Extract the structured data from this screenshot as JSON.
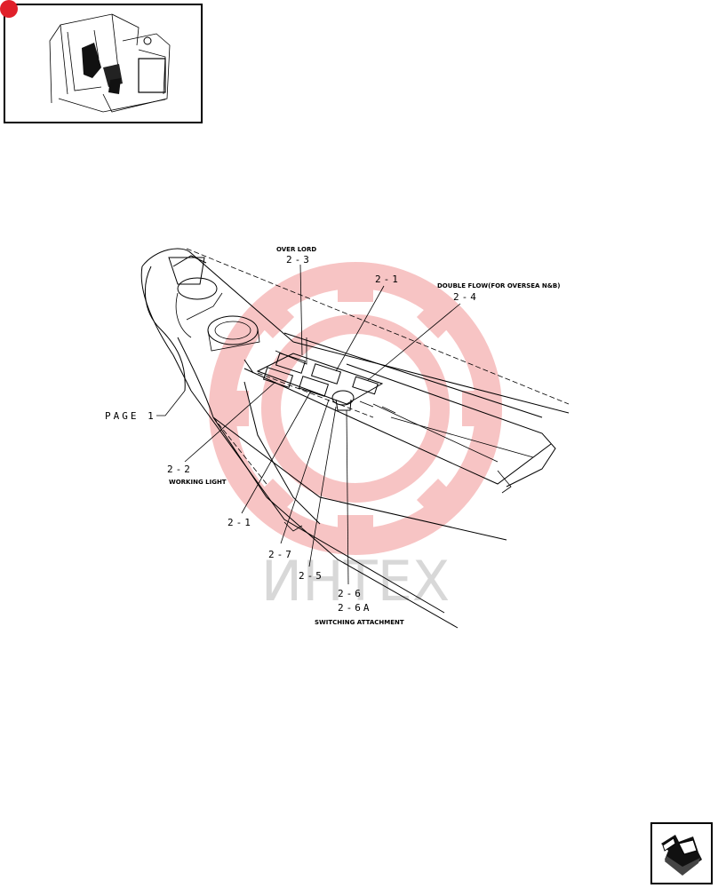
{
  "colors": {
    "accent": "#e0202a",
    "watermark": "#f08a8a",
    "ink": "#000000"
  },
  "icons": {
    "thumbnail": "excavator-cab-icon",
    "navigation": "arrow-return-icon"
  },
  "watermark": {
    "text": "ИНТЕХ"
  },
  "callouts": {
    "over_lord_title": "OVER LORD",
    "over_lord_ref": "2-3",
    "top_ref_2_1": "2-1",
    "double_flow_title": "DOUBLE FLOW(FOR OVERSEA N&B)",
    "double_flow_ref": "2-4",
    "page_ref": "PAGE 1",
    "working_light_ref": "2-2",
    "working_light_title": "WORKING LIGHT",
    "bottom_ref_2_1": "2-1",
    "ref_2_7": "2-7",
    "ref_2_5": "2-5",
    "ref_2_6": "2-6",
    "ref_2_6a": "2-6A",
    "switching_title": "SWITCHING ATTACHMENT"
  }
}
